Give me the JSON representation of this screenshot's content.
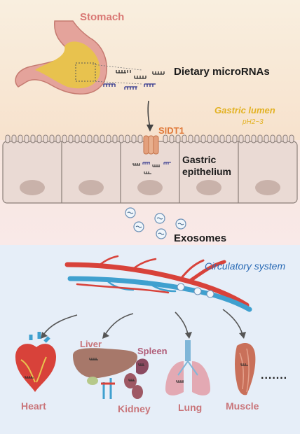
{
  "top": {
    "stomach_label": "Stomach",
    "dietary_label": "Dietary microRNAs",
    "lumen_label": "Gastric lumen",
    "ph_label": "pH2~3",
    "sidt1_label": "SIDT1",
    "epithelium_label": "Gastric\nepithelium",
    "exosomes_label": "Exosomes"
  },
  "bottom": {
    "circulatory_label": "Circulatory system",
    "organs": {
      "heart": "Heart",
      "liver": "Liver",
      "spleen": "Spleen",
      "kidney": "Kidney",
      "lung": "Lung",
      "muscle": "Muscle",
      "ellipsis": "......."
    }
  },
  "colors": {
    "top_bg": "#f8ead4",
    "mid_bg": "#f8e4e2",
    "bottom_bg": "#e6eef8",
    "organ_label": "#c9757a",
    "lumen_text": "#e3b224",
    "sidt1_text": "#e07a3a",
    "circulatory_text": "#2b6bb5",
    "cell": "#eadad4",
    "artery": "#d8423a",
    "vein": "#3fa0cf"
  }
}
